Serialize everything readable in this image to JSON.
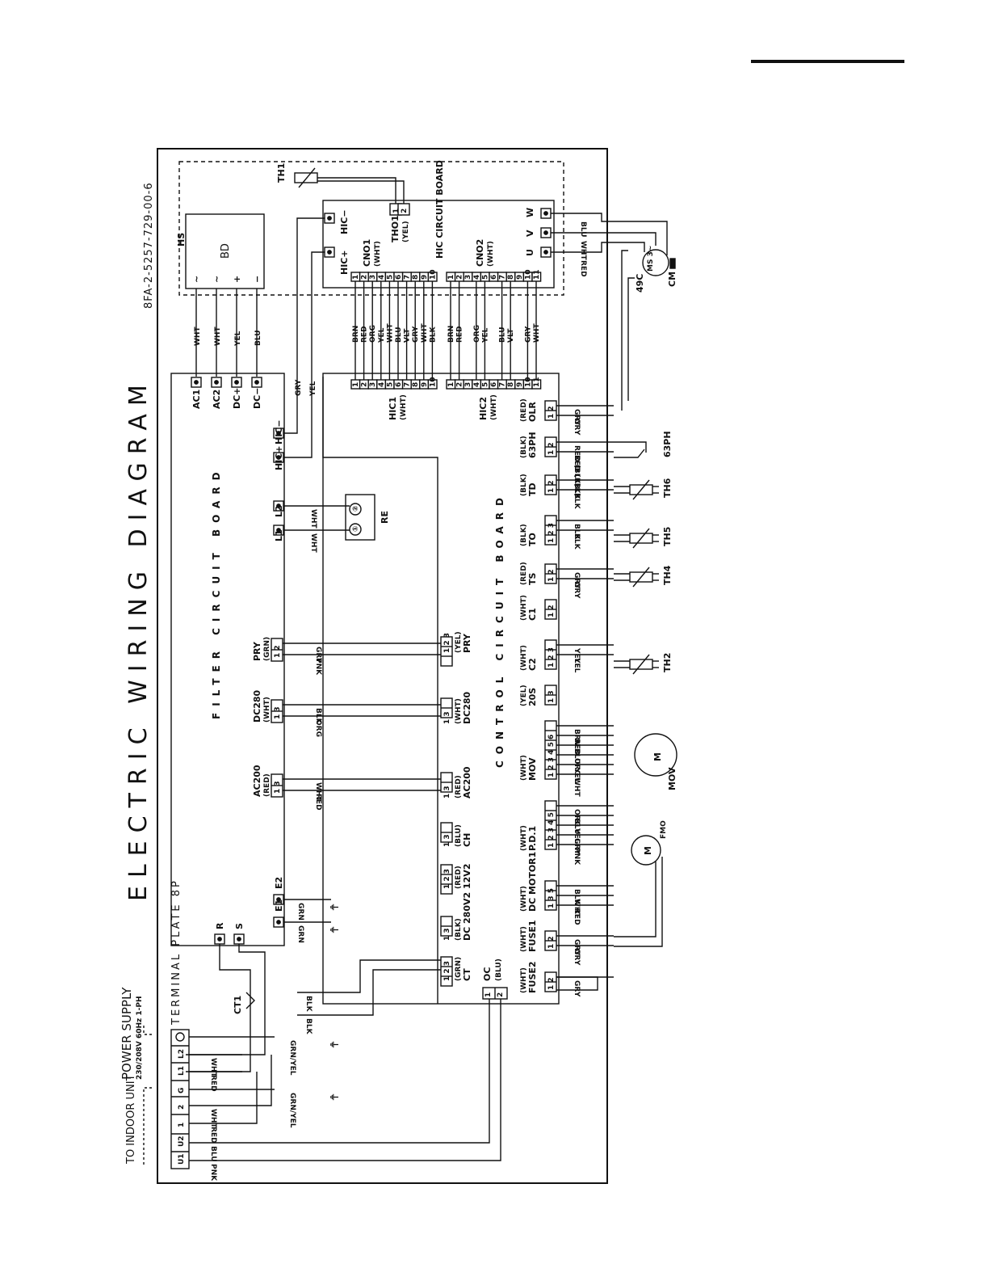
{
  "title": "ELECTRIC WIRING DIAGRAM",
  "drawing_number": "8FA-2-5257-729-00-6",
  "footer_text": "",
  "power_supply": {
    "label": "POWER SUPPLY",
    "spec": "230/208V 60Hz 1-PH",
    "terminal_plate": "TERMINAL PLATE 8P",
    "to_indoor": "TO INDOOR UNIT",
    "terminals": [
      "U1",
      "U2",
      "1",
      "2",
      "G",
      "L1",
      "L2"
    ],
    "ground_symbol": "⏚"
  },
  "boards": {
    "hs": "HS",
    "bd": "BD",
    "bd_pins": [
      "~",
      "~",
      "+",
      "−"
    ],
    "hic_board": "HIC CIRCUIT BOARD",
    "filter_board": "FILTER CIRCUIT BOARD",
    "control_board": "CONTROL CIRCUIT BOARD"
  },
  "filter_terminals": {
    "ac1": "AC1",
    "ac2": "AC2",
    "dcp": "DC+",
    "dcm": "DC−",
    "hicp": "HIC+",
    "hicm": "HIC−",
    "l1": "L1",
    "l2": "L2",
    "e1": "E1",
    "e2": "E2",
    "r": "R",
    "s": "S"
  },
  "hic_terminals": {
    "hicp": "HIC+",
    "hicm": "HIC−",
    "w": "W",
    "v": "V",
    "u": "U",
    "cno1": "CNO1",
    "cno1_color": "(WHT)",
    "cno2": "CNO2",
    "cno2_color": "(WHT)",
    "tho1": "THO1",
    "tho1_color": "(YEL)",
    "th1": "TH1"
  },
  "cno1_pins": [
    "1",
    "2",
    "3",
    "4",
    "5",
    "6",
    "7",
    "8",
    "9",
    "10"
  ],
  "cno1_wires": [
    "BRN",
    "RED",
    "ORG",
    "YEL",
    "WHT",
    "BLU",
    "VLT",
    "GRY",
    "WHT",
    "BLK"
  ],
  "cno2_pins": [
    "1",
    "2",
    "3",
    "4",
    "5",
    "6",
    "7",
    "8",
    "9",
    "10",
    "11"
  ],
  "cno2_wires": [
    "BRN",
    "RED",
    "",
    "ORG",
    "YEL",
    "",
    "BLU",
    "VLT",
    "",
    "GRY",
    "WHT"
  ],
  "hic1_label": "HIC1",
  "hic1_color": "(WHT)",
  "hic2_label": "HIC2",
  "hic2_color": "(WHT)",
  "bd_wires": [
    "WHT",
    "WHT",
    "YEL",
    "BLU"
  ],
  "hic_wires": [
    "GRY",
    "YEL"
  ],
  "filter_connectors": [
    {
      "name": "PRY",
      "color": "(GRN)",
      "pins": "1 2",
      "wires": [
        "GRY",
        "PNK"
      ]
    },
    {
      "name": "DC280",
      "color": "(WHT)",
      "pins": "1 3",
      "wires": [
        "BLK",
        "ORG"
      ]
    },
    {
      "name": "AC200",
      "color": "(RED)",
      "pins": "1 3",
      "wires": [
        "WHT",
        "RED"
      ]
    }
  ],
  "re": {
    "label": "RE",
    "wires": [
      "WHT",
      "WHT"
    ],
    "pins": [
      "①",
      "②"
    ]
  },
  "ground_wires": [
    "GRN",
    "GRN"
  ],
  "control_connectors": [
    {
      "name": "PRY",
      "color": "(YEL)",
      "pins": "1 2 3"
    },
    {
      "name": "DC280",
      "color": "(WHT)",
      "pins": "1 3"
    },
    {
      "name": "AC200",
      "color": "(RED)",
      "pins": "1 3"
    },
    {
      "name": "CH",
      "color": "(BLU)",
      "pins": "1 3"
    },
    {
      "name": "12V2",
      "color": "(RED)",
      "pins": "1 2 3"
    },
    {
      "name": "DC 280V2",
      "color": "(BLK)",
      "pins": "1 3"
    },
    {
      "name": "CT",
      "color": "(GRN)",
      "pins": "1 2 3"
    },
    {
      "name": "OC",
      "color": "(BLU)",
      "pins": "1 2"
    }
  ],
  "right_connectors": [
    {
      "name": "OLR",
      "color": "(RED)",
      "pins": "1 2",
      "wires": [
        "GRY",
        "GRY"
      ]
    },
    {
      "name": "63PH",
      "color": "(BLK)",
      "pins": "1 2",
      "wires": [
        "RED (BLK)",
        "RED (BLK)"
      ]
    },
    {
      "name": "TD",
      "color": "(BLK)",
      "pins": "1 2",
      "wires": [
        "BLK",
        "BLK"
      ]
    },
    {
      "name": "TO",
      "color": "(BLK)",
      "pins": "1 2 3",
      "wires": [
        "BLK",
        "BLK"
      ]
    },
    {
      "name": "TS",
      "color": "(RED)",
      "pins": "1 2",
      "wires": [
        "GRY",
        "GRY"
      ]
    },
    {
      "name": "C1",
      "color": "(WHT)",
      "pins": "1 2",
      "wires": []
    },
    {
      "name": "C2",
      "color": "(WHT)",
      "pins": "1 2 3",
      "wires": [
        "YEL",
        "YEL"
      ]
    },
    {
      "name": "20S",
      "color": "(YEL)",
      "pins": "1 3",
      "wires": []
    },
    {
      "name": "MOV",
      "color": "(WHT)",
      "pins": "1 2 3 4 5 6",
      "wires": [
        "BRN",
        "RED",
        "BLU",
        "ORG",
        "YEL",
        "WHT"
      ]
    },
    {
      "name": "P.D.1",
      "color": "(WHT)",
      "pins": "1 2 3 4 5",
      "wires": [
        "ORG",
        "BLU",
        "YEL",
        "GRY",
        "PNK"
      ]
    },
    {
      "name": "DC MOTOR1",
      "color": "(WHT)",
      "pins": "1 3 5",
      "wires": [
        "BLK",
        "WHT",
        "RED"
      ]
    },
    {
      "name": "FUSE1",
      "color": "(WHT)",
      "pins": "1 2",
      "wires": [
        "GRY",
        "GRY"
      ]
    },
    {
      "name": "FUSE2",
      "color": "(WHT)",
      "pins": "1 2",
      "wires": [
        "GRY"
      ]
    }
  ],
  "components": {
    "th6": "TH6",
    "th5": "TH5",
    "th4": "TH4",
    "th2": "TH2",
    "ph63": "63PH",
    "mov": "MOV",
    "fmo": "FMO",
    "cm": "CM",
    "c49": "49C",
    "ms": "MS 3~",
    "ct1": "CT1",
    "motor": "M"
  },
  "uvw_wires": [
    "BLU",
    "WHT",
    "RED"
  ],
  "ps_wires": {
    "ground": "GRN/YEL",
    "l2": "WHT",
    "l1": "RED",
    "g": "GRN/YEL",
    "t2": "WHT",
    "t1": "RED",
    "u2": "BLU",
    "u1": "PNK",
    "ct": [
      "BLK",
      "BLK"
    ]
  }
}
